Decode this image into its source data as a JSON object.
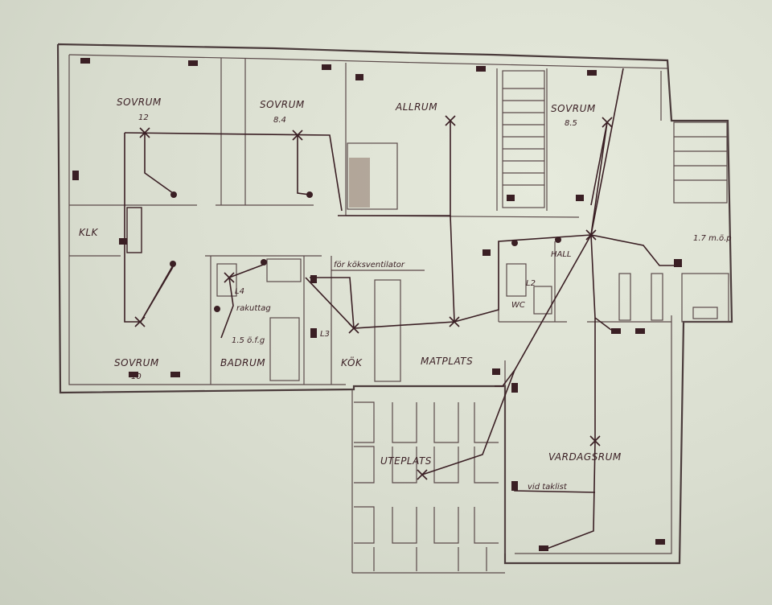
{
  "rooms": {
    "sovrum12_name": "SOVRUM",
    "sovrum12_num": "12",
    "sovrum84_name": "SOVRUM",
    "sovrum84_num": "8.4",
    "allrum": "ALLRUM",
    "sovrum85_name": "SOVRUM",
    "sovrum85_num": "8.5",
    "klk": "KLK",
    "hall": "HALL",
    "wc": "WC",
    "badrum": "BADRUM",
    "kok": "KÖK",
    "matplats": "MATPLATS",
    "sovrum10_name": "SOVRUM",
    "sovrum10_num": "10",
    "uteplats": "UTEPLATS",
    "vardagsrum": "VARDAGSRUM"
  },
  "annotations": {
    "koksventilator": "för köksventilator",
    "rakuttag": "rakuttag",
    "ofg": "1.5 ö.f.g",
    "l4": "L4",
    "l3": "L3",
    "l2": "L2",
    "map": "1.7 m.ö.p",
    "taklist": "vid taklist"
  },
  "colors": {
    "ink": "#3a1f24",
    "paper": "#d7dccd",
    "wall": "#4a3b3b"
  }
}
